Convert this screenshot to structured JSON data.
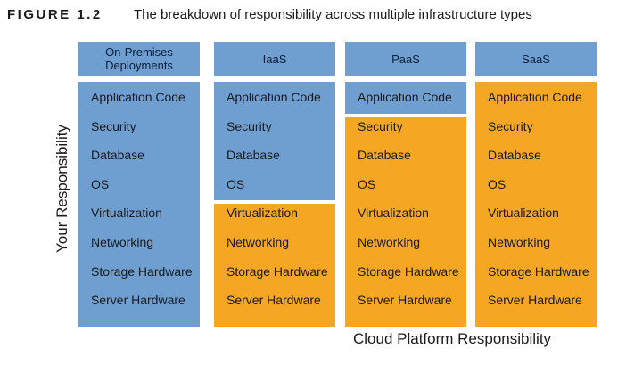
{
  "figure": {
    "label": "FIGURE 1.2",
    "caption": "The breakdown of responsibility across multiple infrastructure types"
  },
  "axis": {
    "y_label": "Your Responsibility",
    "x_label": "Cloud Platform Responsibility"
  },
  "colors": {
    "customer": "#6f9fd1",
    "provider": "#f5a623"
  },
  "columns": [
    {
      "name": "On-Premises Deployments",
      "customer_layers": 8,
      "layers": [
        "Application Code",
        "Security",
        "Database",
        "OS",
        "Virtualization",
        "Networking",
        "Storage Hardware",
        "Server Hardware"
      ]
    },
    {
      "name": "IaaS",
      "customer_layers": 4,
      "layers": [
        "Application Code",
        "Security",
        "Database",
        "OS",
        "Virtualization",
        "Networking",
        "Storage Hardware",
        "Server Hardware"
      ]
    },
    {
      "name": "PaaS",
      "customer_layers": 1,
      "layers": [
        "Application Code",
        "Security",
        "Database",
        "OS",
        "Virtualization",
        "Networking",
        "Storage Hardware",
        "Server Hardware"
      ]
    },
    {
      "name": "SaaS",
      "customer_layers": 0,
      "layers": [
        "Application Code",
        "Security",
        "Database",
        "OS",
        "Virtualization",
        "Networking",
        "Storage Hardware",
        "Server Hardware"
      ]
    }
  ]
}
